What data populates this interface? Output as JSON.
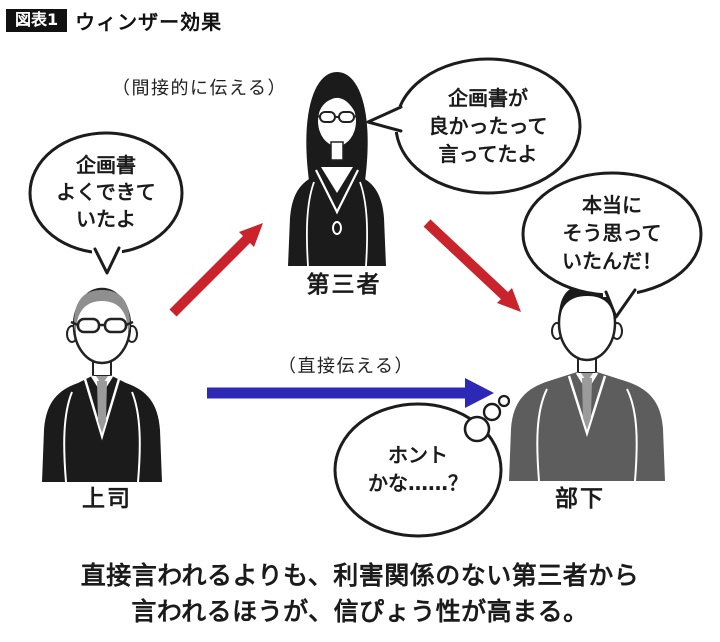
{
  "figure": {
    "badge": "図表1",
    "title": "ウィンザー効果"
  },
  "annotations": {
    "indirect": "（間接的に伝える）",
    "direct": "（直接伝える）"
  },
  "people": {
    "boss": {
      "label": "上司"
    },
    "third_party": {
      "label": "第三者"
    },
    "subordinate": {
      "label": "部下"
    }
  },
  "bubbles": {
    "boss_speech": {
      "lines": [
        "企画書",
        "よくできて",
        "いたよ"
      ]
    },
    "third_party_speech": {
      "lines": [
        "企画書が",
        "良かったって",
        "言ってたよ"
      ]
    },
    "subordinate_speech": {
      "lines": [
        "本当に",
        "そう思って",
        "いたんだ！"
      ]
    },
    "subordinate_thought": {
      "lines": [
        "ホント",
        "かな……？"
      ]
    }
  },
  "caption": {
    "line1": "直接言われるよりも、利害関係のない第三者から",
    "line2": "言われるほうが、信ぴょう性が高まる。"
  },
  "colors": {
    "red_arrow": "#c9232b",
    "blue_arrow": "#2d28b5",
    "suit_dark": "#1b1b1b",
    "suit_gray": "#5d5d5d",
    "tie_gray": "#9b9b9b",
    "hair_gray": "#8f8f8f"
  }
}
